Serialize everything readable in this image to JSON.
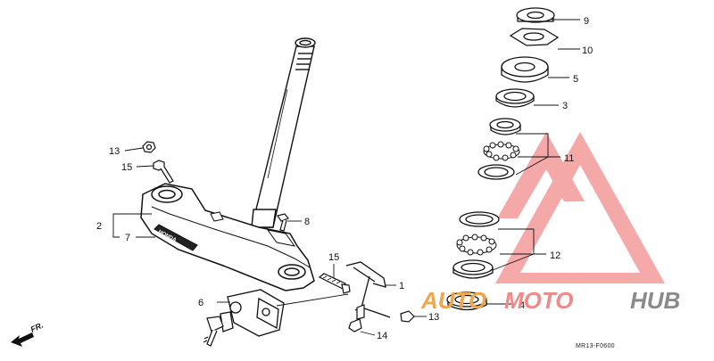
{
  "diagram": {
    "callouts": {
      "c1": "1",
      "c2": "2",
      "c3": "3",
      "c4": "4",
      "c5": "5",
      "c6": "6",
      "c7": "7",
      "c8": "8",
      "c9": "9",
      "c10": "10",
      "c11": "11",
      "c12": "12",
      "c13a": "13",
      "c13b": "13",
      "c14": "14",
      "c15a": "15",
      "c15b": "15"
    },
    "front_label": "FR.",
    "drawing_code": "MR13-F0600",
    "emblem_text": "HONDA"
  },
  "watermark": {
    "part1": "AUTO",
    "part2": "MOTO",
    "part3": "HUB",
    "colors": {
      "auto": "#f2a54a",
      "moto": "#ef8a8a",
      "hub": "#8a8a8a",
      "triangle": "#ef7b7b"
    }
  }
}
